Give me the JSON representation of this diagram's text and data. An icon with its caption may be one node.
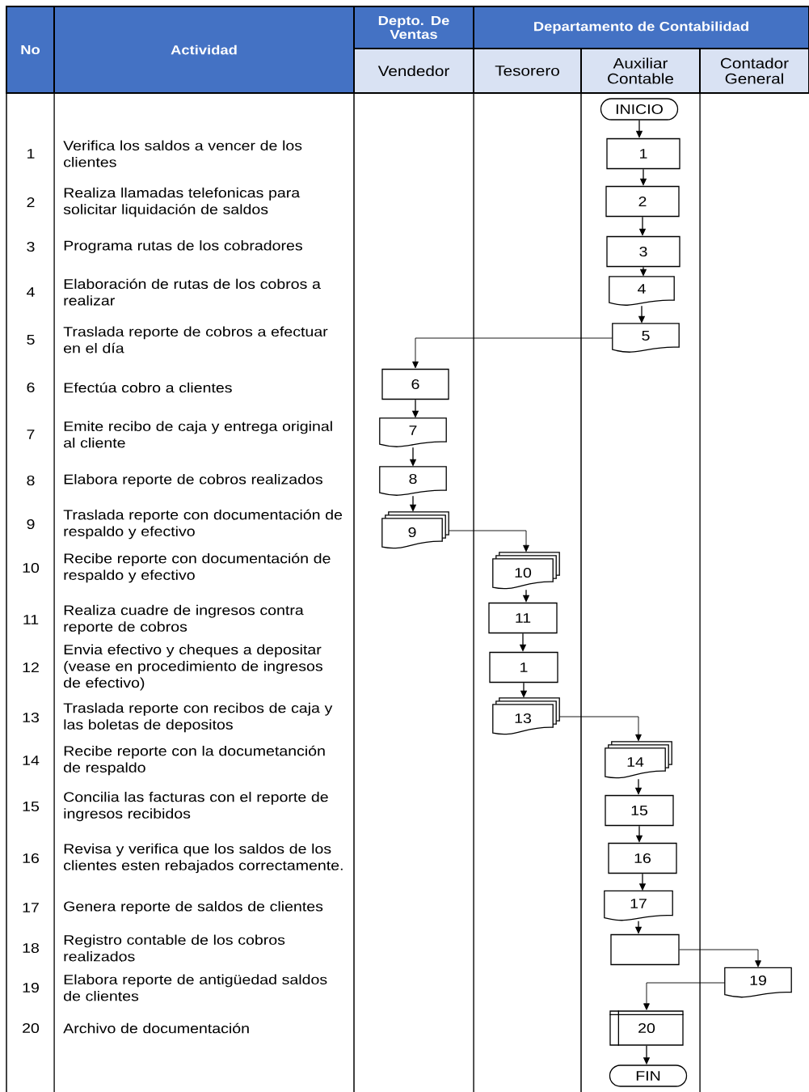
{
  "diagram": {
    "nodes": [
      {
        "text": [
          "INICIO"
        ]
      },
      {
        "text": [
          "1"
        ]
      },
      {
        "text": [
          "2"
        ]
      },
      {
        "text": [
          "3"
        ]
      },
      {
        "text": [
          "4"
        ]
      },
      {
        "text": [
          "5"
        ]
      },
      {
        "text": [
          "6"
        ]
      },
      {
        "text": [
          "7"
        ]
      },
      {
        "text": [
          "8"
        ]
      },
      {
        "text": [
          "9"
        ]
      },
      {
        "text": [
          "10"
        ]
      },
      {
        "text": [
          "11"
        ]
      },
      {
        "text": [
          "1"
        ]
      },
      {
        "text": [
          "13"
        ]
      },
      {
        "text": [
          "14"
        ]
      },
      {
        "text": [
          "15"
        ]
      },
      {
        "text": [
          "16"
        ]
      },
      {
        "text": [
          "17"
        ]
      },
      {
        "text": [],
        "shape": "box"
      },
      {
        "text": [
          "19"
        ]
      },
      {
        "text": [
          "20"
        ]
      },
      {
        "text": [
          "FIN"
        ]
      }
    ],
    "edges": [
      {
        "from": 0,
        "to": 1,
        "arrow": "to"
      },
      {
        "from": 1,
        "to": 2,
        "arrow": "to"
      },
      {
        "from": 2,
        "to": 3,
        "arrow": "to"
      },
      {
        "from": 3,
        "to": 4,
        "arrow": "to"
      },
      {
        "from": 4,
        "to": 5,
        "arrow": "to"
      },
      {
        "from": 5,
        "to": 6,
        "arrow": "to"
      },
      {
        "from": 6,
        "to": 7,
        "arrow": "to"
      },
      {
        "from": 7,
        "to": 8,
        "arrow": "to"
      },
      {
        "from": 8,
        "to": 9,
        "arrow": "to"
      },
      {
        "from": 9,
        "to": 10,
        "arrow": "to"
      },
      {
        "from": 10,
        "to": 11,
        "arrow": "to"
      },
      {
        "from": 11,
        "to": 12,
        "arrow": "to"
      },
      {
        "from": 12,
        "to": 13,
        "arrow": "to"
      },
      {
        "from": 13,
        "to": 14,
        "arrow": "to"
      },
      {
        "from": 14,
        "to": 15,
        "arrow": "to"
      },
      {
        "from": 15,
        "to": 16,
        "arrow": "to"
      },
      {
        "from": 16,
        "to": 17,
        "arrow": "to"
      },
      {
        "from": 17,
        "to": 18,
        "arrow": "to"
      },
      {
        "from": 18,
        "to": 19,
        "arrow": "to"
      },
      {
        "from": 19,
        "to": 20,
        "arrow": "to"
      },
      {
        "from": 20,
        "to": 21,
        "arrow": "to"
      }
    ],
    "labels": [
      "No",
      "Actividad",
      "Depto. De Ventas",
      "Departamento de Contabilidad",
      "Vendedor",
      "Tesorero",
      "Auxiliar Contable",
      "Contador General",
      "1",
      "Verifica los saldos a vencer de los clientes",
      "2",
      "Realiza llamadas telefonicas para solicitar liquidación de saldos",
      "3",
      "Programa rutas de los cobradores",
      "4",
      "Elaboración de rutas de los cobros a realizar",
      "5",
      "Traslada reporte de cobros a efectuar en el día",
      "6",
      "Efectúa cobro a clientes",
      "7",
      "Emite recibo de caja y entrega original al cliente",
      "8",
      "Elabora reporte de cobros realizados",
      "9",
      "Traslada reporte con documentación de respaldo y efectivo",
      "10",
      "Recibe reporte con documentación de respaldo y efectivo",
      "11",
      "Realiza cuadre de ingresos contra reporte de cobros",
      "12",
      "Envia efectivo y cheques a depositar (vease en procedimiento de ingresos de efectivo)",
      "13",
      "Traslada reporte con recibos de caja y las boletas de depositos",
      "14",
      "Recibe reporte con la documetanción de respaldo",
      "15",
      "Concilia las facturas con el reporte de ingresos recibidos",
      "16",
      "Revisa y verifica que los saldos de los clientes esten rebajados correctamente.",
      "17",
      "Genera reporte de saldos de clientes",
      "18",
      "Registro contable de los cobros realizados",
      "19",
      "Elabora reporte de antigüedad saldos de clientes",
      "20",
      "Archivo de documentación"
    ]
  }
}
